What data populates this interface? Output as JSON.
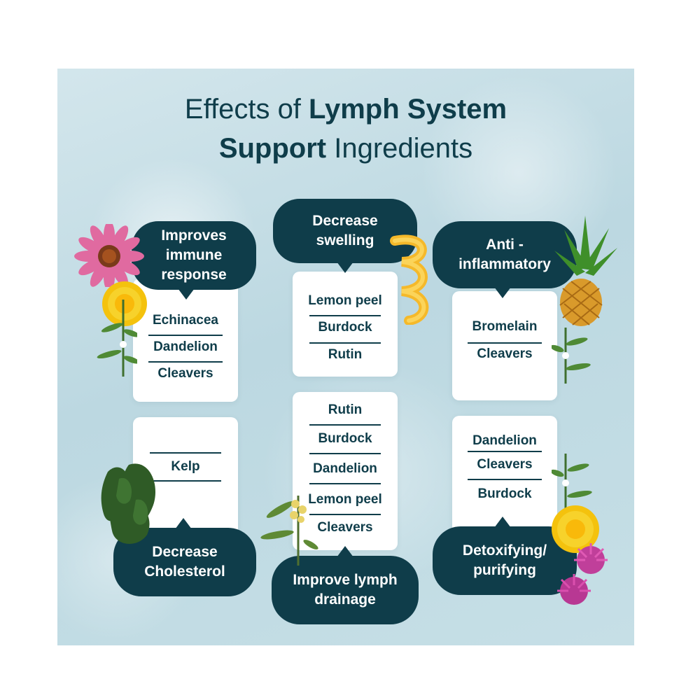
{
  "title": {
    "line1_regular": "Effects of",
    "line1_bold": "Lymph System",
    "line2_bold": "Support",
    "line2_regular": "Ingredients"
  },
  "groups": {
    "immune": {
      "label": "Improves immune response",
      "items": [
        "Echinacea",
        "Dandelion",
        "Cleavers"
      ]
    },
    "swelling": {
      "label": "Decrease swelling",
      "items": [
        "Lemon peel",
        "Burdock",
        "Rutin"
      ]
    },
    "antiinflammatory": {
      "label": "Anti - inflammatory",
      "items": [
        "Bromelain",
        "Cleavers"
      ]
    },
    "cholesterol": {
      "label": "Decrease Cholesterol",
      "items": [
        "Kelp"
      ]
    },
    "drainage": {
      "label": "Improve lymph drainage",
      "items": [
        "Rutin",
        "Burdock",
        "Dandelion",
        "Lemon peel",
        "Cleavers"
      ]
    },
    "detox": {
      "label": "Detoxifying/ purifying",
      "items": [
        "Dandelion",
        "Cleavers",
        "Burdock"
      ]
    }
  },
  "icons": [
    "echinacea-flower-icon",
    "dandelion-flower-icon",
    "cleavers-plant-icon",
    "lemon-peel-icon",
    "pineapple-icon",
    "kelp-seaweed-icon",
    "burdock-thistle-icon"
  ],
  "colors": {
    "primary": "#0f3d4a",
    "card": "#ffffff",
    "background": "#c3dde5"
  }
}
